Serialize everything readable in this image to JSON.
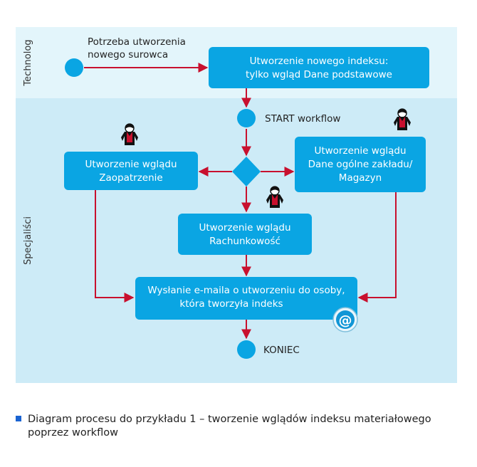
{
  "lanes": {
    "top": "Technolog",
    "bottom": "Specjaliści"
  },
  "start_note": {
    "line1": "Potrzeba utworzenia",
    "line2": "nowego surowca"
  },
  "boxes": {
    "create_index": {
      "line1": "Utworzenie nowego indeksu:",
      "line2": "tylko wgląd Dane podstawowe"
    },
    "procurement": {
      "line1": "Utworzenie wglądu",
      "line2": "Zaopatrzenie"
    },
    "plant_data": {
      "line1": "Utworzenie wglądu",
      "line2": "Dane ogólne zakładu/",
      "line3": "Magazyn"
    },
    "accounting": {
      "line1": "Utworzenie wglądu",
      "line2": "Rachunkowość"
    },
    "email": {
      "line1": "Wysłanie e-maila o utworzeniu do osoby,",
      "line2": "która tworzyła indeks"
    }
  },
  "events": {
    "start_workflow": "START workflow",
    "end": "KONIEC"
  },
  "icons": {
    "email_symbol": "@",
    "person": "person-icon"
  },
  "caption": {
    "line1": "Diagram procesu do przykładu 1 – tworzenie wglądów indeksu materiałowego",
    "line2": "poprzez workflow"
  },
  "colors": {
    "lane_top": "#e3f5fb",
    "lane_bottom": "#cdebf7",
    "box": "#0aa5e3",
    "arrow": "#c8102e"
  }
}
